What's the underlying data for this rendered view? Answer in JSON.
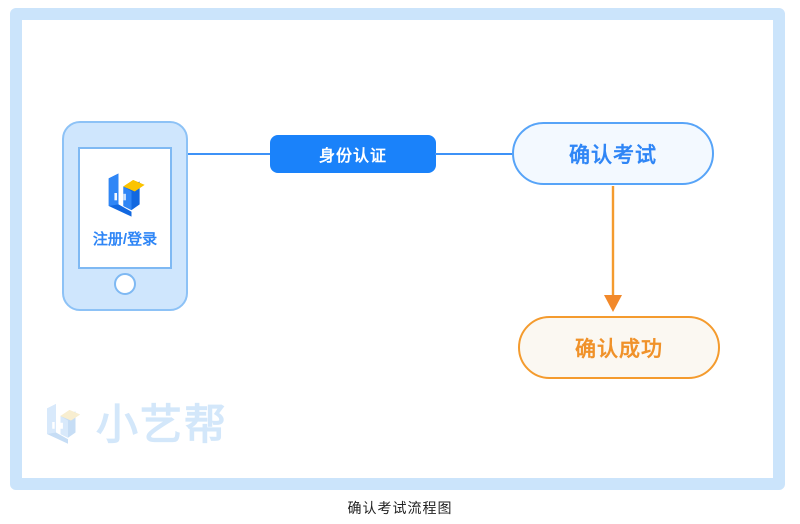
{
  "figure": {
    "caption": "确认考试流程图",
    "frame_color": "#cbe4fb"
  },
  "diagram": {
    "type": "flowchart",
    "nodes": [
      {
        "id": "register-login",
        "kind": "phone-device",
        "label": "注册/登录",
        "icon": "xiaoyibang-logo-icon",
        "fill": "#cfe6fd",
        "stroke": "#8dc2f6",
        "text_color": "#2f86f6"
      },
      {
        "id": "identity-auth",
        "kind": "badge",
        "label": "身份认证",
        "fill": "#1a82fa",
        "text_color": "#ffffff"
      },
      {
        "id": "confirm-exam",
        "kind": "pill",
        "label": "确认考试",
        "fill": "#f3f9ff",
        "stroke": "#57a4f8",
        "text_color": "#2f86f6"
      },
      {
        "id": "confirm-success",
        "kind": "pill",
        "label": "确认成功",
        "fill": "#fbf8f2",
        "stroke": "#f49b2e",
        "text_color": "#f0922a"
      }
    ],
    "edges": [
      {
        "id": "phone-to-auth",
        "from": "register-login",
        "to": "identity-auth",
        "style": "line",
        "color": "#3d92f7"
      },
      {
        "id": "auth-to-confirm",
        "from": "identity-auth",
        "to": "confirm-exam",
        "style": "line",
        "color": "#3d92f7"
      },
      {
        "id": "confirm-to-success",
        "from": "confirm-exam",
        "to": "confirm-success",
        "style": "arrow-down",
        "color": "#f49b2e"
      }
    ]
  },
  "watermark": {
    "brand": "小艺帮",
    "icon": "xiaoyibang-logo-icon",
    "color": "#d3e7fa"
  }
}
